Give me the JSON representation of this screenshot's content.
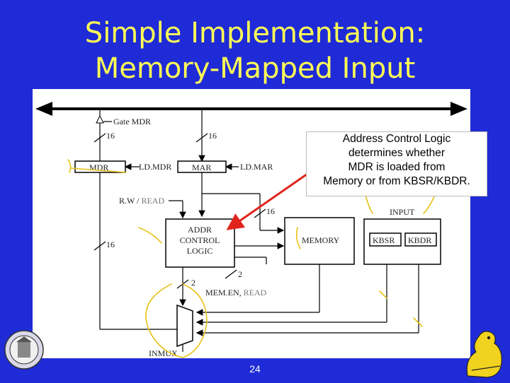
{
  "slide": {
    "title_line1": "Simple Implementation:",
    "title_line2": "Memory-Mapped Input",
    "page_number": "24"
  },
  "callout": {
    "line1": "Address Control Logic",
    "line2": "determines whether",
    "line3": "MDR is loaded from",
    "line4": "Memory or from KBSR/KBDR."
  },
  "diagram": {
    "gate_mdr": "Gate MDR",
    "bus_width_1": "16",
    "bus_width_2": "16",
    "bus_width_3": "16",
    "bus_width_4": "16",
    "select_width_1": "2",
    "select_width_2": "2",
    "mdr": "MDR",
    "ld_mdr": "LD.MDR",
    "mar": "MAR",
    "ld_mar": "LD.MAR",
    "rw_prefix": "R.W / ",
    "rw_read": "READ",
    "addr_line1": "ADDR",
    "addr_line2": "CONTROL",
    "addr_line3": "LOGIC",
    "memory": "MEMORY",
    "input": "INPUT",
    "kbsr": "KBSR",
    "kbdr": "KBDR",
    "mem_en": "MEM.EN, ",
    "mem_read": "READ",
    "inmux": "INMUX"
  },
  "colors": {
    "background": "#1f2bd6",
    "title": "#ffff55",
    "arrow": "#e0241b",
    "annotation": "#e8c21a"
  }
}
